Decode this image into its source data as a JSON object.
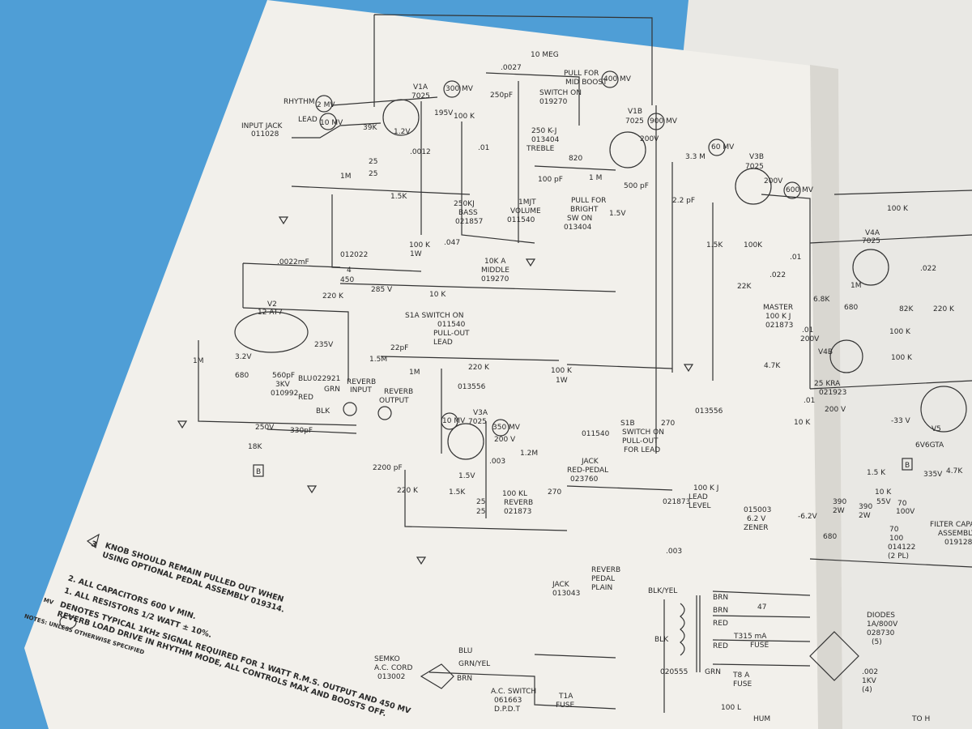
{
  "labels": {
    "rhythm": "RHYTHM",
    "rhythm_mv": "2 MV",
    "lead": "LEAD",
    "lead_mv": "10 MV",
    "input_jack": "INPUT JACK",
    "input_jack_pn": "011028",
    "v1a": "V1A",
    "v1a_type": "7025",
    "v1a_mv": "300 MV",
    "v1b": "V1B",
    "v1b_type": "7025",
    "v1b_mv": "900 MV",
    "mv400": "400 MV",
    "meg10": "10 MEG",
    "pull_mid": "PULL FOR",
    "pull_mid2": "MID BOOST",
    "pull_mid3": "SWITCH ON",
    "pull_mid_pn": "019270",
    "c0027": ".0027",
    "c250pf": "250pF",
    "r100k": "100 K",
    "c01": ".01",
    "treble": "250 K-J",
    "treble_pn": "013404",
    "treble_name": "TREBLE",
    "r820": "820",
    "r1m": "1 M",
    "c100pf": "100 pF",
    "c500pf": "500 pF",
    "pull_bright": "PULL FOR",
    "pull_bright2": "BRIGHT",
    "pull_bright3": "SW ON",
    "pull_bright_pn": "013404",
    "volume": "1MJT",
    "volume2": "VOLUME",
    "volume_pn": "011540",
    "bass": "250KJ",
    "bass2": "BASS",
    "bass_pn": "021857",
    "middle": "10K A",
    "middle2": "MIDDLE",
    "middle_pn": "019270",
    "c047": ".047",
    "r39k": "39K",
    "r1m_b": "1M",
    "r1_5k": "1.5K",
    "v12": "1.2V",
    "c0012": ".0012",
    "c25": "25",
    "c25b": "25",
    "v195": "195V",
    "v200": "200V",
    "v1_5": "1.5V",
    "r100k_1w": "100 K",
    "r1w": "1W",
    "c012022": "012022",
    "c4": "4",
    "c450": "450",
    "v285": "285 V",
    "r10k": "10 K",
    "c0022": ".0022mF",
    "r220k": "220 K",
    "v2": "V2",
    "v2_type": "12 AT7",
    "v235": "235V",
    "v3_2": "3.2V",
    "r1m_c": "1M",
    "r680": "680",
    "c560pf": "560pF",
    "c3kv": "3KV",
    "c010992": "010992",
    "t022921": "022921",
    "blu": "BLU",
    "red": "RED",
    "grn": "GRN",
    "blk": "BLK",
    "reverb_input": "REVERB",
    "reverb_input2": "INPUT",
    "reverb_output": "REVERB",
    "reverb_output2": "OUTPUT",
    "v250": "250V",
    "r18k": "18K",
    "c330pf": "330pF",
    "b1": "B",
    "s1a": "S1A SWITCH ON",
    "s1a2": "011540",
    "s1a3": "PULL-OUT",
    "s1a4": "LEAD",
    "c22pf": "22pF",
    "r1_5m": "1.5M",
    "r1m_d": "1M",
    "r220k_b": "220 K",
    "r100k_c": "100 K",
    "r1w_b": "1W",
    "r013556": "013556",
    "v3a": "V3A",
    "v3a_type": "7025",
    "v3a_mv": "10 MV",
    "v3a_mv2": "350 MV",
    "v200b": "200 V",
    "c003": ".003",
    "r1_2m": "1.2M",
    "v1_5b": "1.5V",
    "r1_5k_b": "1.5K",
    "c2200pf": "2200 pF",
    "r220k_c": "220 K",
    "c25c": "25",
    "c25d": "25",
    "reverb_pot": "100 KL",
    "reverb_pot2": "REVERB",
    "reverb_pot_pn": "021873",
    "r270": "270",
    "jack_red": "JACK",
    "jack_red2": "RED-PEDAL",
    "jack_red_pn": "023760",
    "s1b": "S1B",
    "s1b2": "SWITCH ON",
    "s1b3": "PULL-OUT",
    "s1b4": "FOR LEAD",
    "s1b_pn": "011540",
    "jack_plain": "JACK",
    "jack_plain_pn": "013043",
    "reverb_plain": "REVERB",
    "reverb_plain2": "PEDAL",
    "reverb_plain3": "PLAIN",
    "v3b": "V3B",
    "v3b_type": "7025",
    "v3b_mv": "60 MV",
    "v3b_mv2": "600 MV",
    "v200c": "200V",
    "r3_3m": "3.3 M",
    "c2_2pf": "2.2 pF",
    "r1_5k_c": "1.5K",
    "r100k_d": "100K",
    "r22k": "22K",
    "c022": ".022",
    "master": "MASTER",
    "master2": "100 K J",
    "master_pn": "021873",
    "r4_7k": "4.7K",
    "r100k_e": "100 K",
    "r270b": "270",
    "r013556b": "013556",
    "lead_level": "100 K J",
    "lead_level2": "LEAD",
    "lead_level3": "LEVEL",
    "lead_level_pn": "021873",
    "zener": "015003",
    "zener2": "6.2 V",
    "zener3": "ZENER",
    "v_6_2": "-6.2V",
    "c003b": ".003",
    "v4a": "V4A",
    "v4a_type": "7025",
    "c01b": ".01",
    "r1m_e": "1M",
    "r6_8k": "6.8K",
    "r680b": "680",
    "c01c": ".01",
    "v200d": "200V",
    "c022b": ".022",
    "r82k": "82K",
    "r220k_d": "220 K",
    "r100k_f": "100 K",
    "v4b": "V4B",
    "kra": "25 KRA",
    "kra_pn": "021923",
    "c01d": ".01",
    "v200e": "200 V",
    "r100k_g": "100 K",
    "r10k_b": "10 K",
    "v_33": "-33 V",
    "v5": "V5",
    "v5_type": "6V6GTA",
    "r1_5k_d": "1.5 K",
    "r4_7k_b": "4.7K",
    "v335": "335V",
    "r390": "390",
    "r2w": "2W",
    "r390b": "390",
    "r2wb": "2W",
    "r680c": "680",
    "c70": "70",
    "c100v": "100V",
    "c70b": "70",
    "c100": "100",
    "c014122": "014122",
    "c2pl": "(2 PL)",
    "r10k_c": "10 K",
    "c55v": "55V",
    "b2": "B",
    "filter": "FILTER CAPA",
    "filter2": "ASSEMBLY",
    "filter3": "019128",
    "diodes": "DIODES",
    "diodes2": "1A/800V",
    "diodes3": "028730",
    "diodes4": "(5)",
    "c002": ".002",
    "c1kv": "1KV",
    "c4pl": "(4)",
    "blk_yel": "BLK/YEL",
    "blk2": "BLK",
    "brn": "BRN",
    "brn2": "BRN",
    "red2": "RED",
    "red3": "RED",
    "grn2": "GRN",
    "r47": "47",
    "t315": "T315 mA",
    "fuse": "FUSE",
    "t8a": "T8 A",
    "fuse2": "FUSE",
    "t020555": "020555",
    "r100l": "100 L",
    "hum": "HUM",
    "semko": "SEMKO",
    "semko2": "A.C. CORD",
    "semko_pn": "013002",
    "blu2": "BLU",
    "grn_yel": "GRN/YEL",
    "brn3": "BRN",
    "ac_sw": "A.C. SWITCH",
    "ac_sw_pn": "061663",
    "ac_sw2": "D.P.D.T",
    "t1a": "T1A",
    "fuse3": "FUSE",
    "tap": "TO H"
  },
  "notes": {
    "note3a": "KNOB SHOULD REMAIN PULLED OUT WHEN",
    "note3b": "USING OPTIONAL PEDAL ASSEMBLY 019314.",
    "note2": "2. ALL CAPACITORS 600 V MIN.",
    "note1": "1. ALL RESISTORS 1/2 WATT ± 10%.",
    "notemv": "DENOTES TYPICAL 1KHz SIGNAL REQUIRED FOR 1 WATT R.M.S. OUTPUT AND 450 MV",
    "notemv_tag": "MV",
    "notemv2": "REVERB LOAD DRIVE IN RHYTHM MODE, ALL CONTROLS MAX AND BOOSTS OFF.",
    "header": "NOTES: UNLESS OTHERWISE SPECIFIED",
    "tri": "3"
  },
  "colors": {
    "background": "#4f9ed6",
    "paper": "#f2f0eb",
    "ink": "#333333"
  }
}
